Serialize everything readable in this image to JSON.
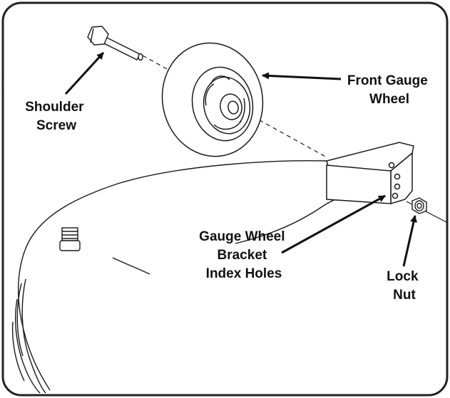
{
  "labels": {
    "shoulder_screw": [
      "Shoulder",
      "Screw"
    ],
    "front_gauge_wheel": [
      "Front Gauge",
      "Wheel"
    ],
    "gauge_wheel_bracket_index_holes": [
      "Gauge Wheel",
      "Bracket",
      "Index Holes"
    ],
    "lock_nut": [
      "Lock",
      "Nut"
    ]
  },
  "colors": {
    "line": "#1a1a1a",
    "frame_border": "#222222",
    "background": "#ffffff"
  }
}
